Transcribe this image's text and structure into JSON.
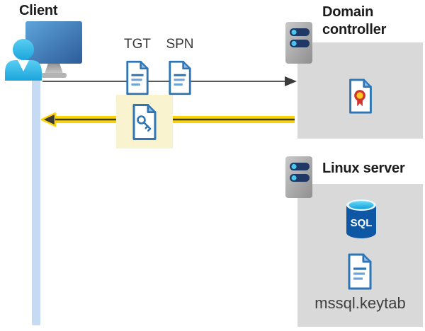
{
  "client": {
    "label": "Client"
  },
  "flow": {
    "tgt_label": "TGT",
    "spn_label": "SPN",
    "request_arrow": "client-to-domain-controller",
    "response_arrow": "domain-controller-to-client-highlighted"
  },
  "domain_controller": {
    "label": "Domain controller"
  },
  "linux_server": {
    "label": "Linux server",
    "sql_icon_label": "SQL",
    "keytab_label": "mssql.keytab"
  },
  "icons": {
    "client": "user-at-monitor-icon",
    "tgt": "document-icon",
    "spn": "document-icon",
    "key_ticket": "key-document-icon",
    "domain_controller": "server-icon",
    "certificate": "certificate-document-icon",
    "linux_server": "server-icon",
    "database": "sql-database-icon",
    "keytab": "document-icon"
  },
  "colors": {
    "doc_blue": "#2E75B6",
    "doc_line_light": "#6FA3D8",
    "highlight_yellow": "#FFD400",
    "highlight_bg": "#FAF3CF",
    "box_gray": "#D9D9D9",
    "lifeline_blue": "#C5DAF3",
    "arrow_gray": "#595959",
    "arrow_dark": "#3A3A3A",
    "server_pill_navy": "#1F3864",
    "server_dot_cyan": "#49C5EE",
    "sql_body_blue": "#0D57A4",
    "cert_red": "#D0342C",
    "cert_gold": "#FFC91E"
  }
}
